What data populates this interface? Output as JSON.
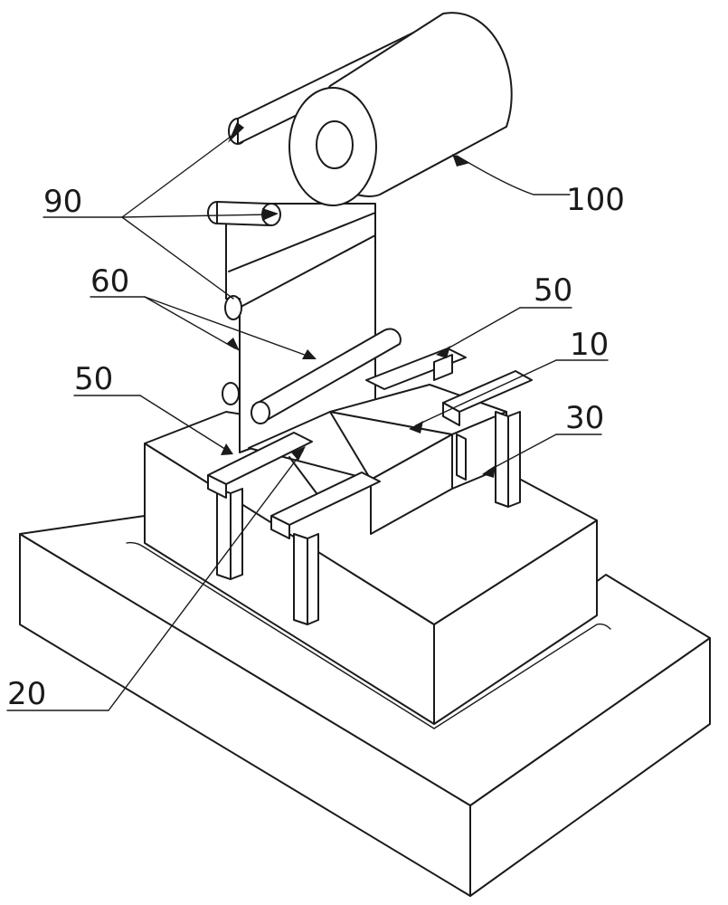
{
  "figure": {
    "labels": {
      "l100": "100",
      "l90": "90",
      "l60": "60",
      "l50a": "50",
      "l50b": "50",
      "l10": "10",
      "l30": "30",
      "l20": "20"
    }
  }
}
